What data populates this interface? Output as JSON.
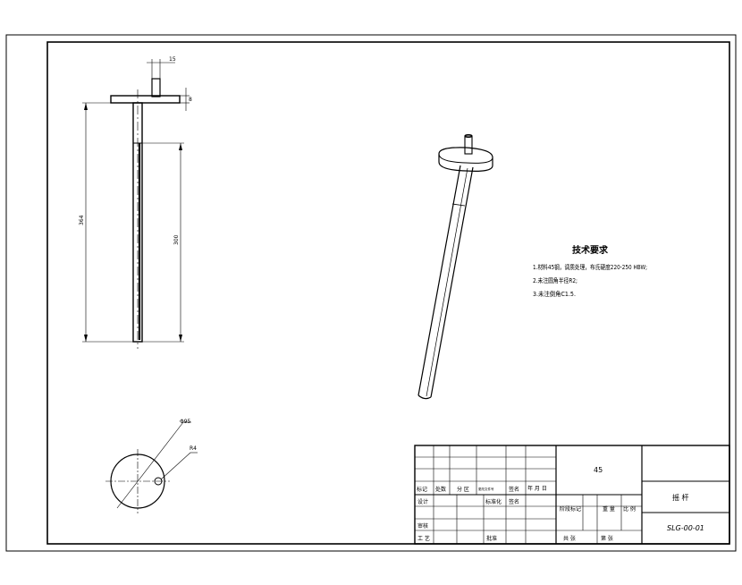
{
  "drawing": {
    "dimensions": {
      "pin_width": "15",
      "plate_thickness": "8",
      "overall_length": "364",
      "rod_length": "300",
      "plate_diameter": "Φ95",
      "fillet_radius": "R4"
    },
    "technical_requirements": {
      "title": "技术要求",
      "items": [
        "1.材料45钢，调质处理，布氏硬度220-250 HBW;",
        "2.未注圆角半径R2;",
        "3.未注倒角C1.5."
      ]
    },
    "title_block": {
      "material": "45",
      "part_name": "摇 杆",
      "drawing_number": "SLG-00-01",
      "row_revision": [
        "标记",
        "处数",
        "分 区",
        "更改文件号",
        "签名",
        "年 月 日"
      ],
      "design": "设计",
      "standardization": "标准化",
      "approval_label": "签名",
      "stage_marking": "阶段标记",
      "weight": "重 量",
      "scale": "比 例",
      "check": "审核",
      "process": "工 艺",
      "approve": "批准",
      "sheets_total": "共 张",
      "sheet_no": "第 张"
    }
  }
}
